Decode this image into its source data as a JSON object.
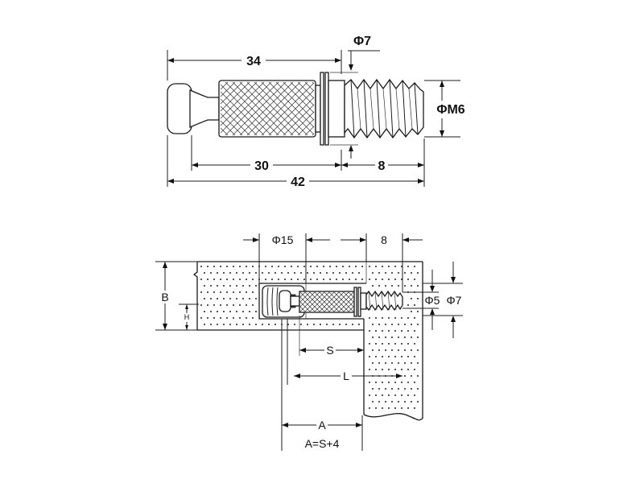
{
  "top_view": {
    "dim_head_to_flange": "34",
    "dim_flange_diameter": "Φ7",
    "dim_thread_diameter": "ΦM6",
    "dim_body_length": "30",
    "dim_thread_length": "8",
    "dim_total_length": "42"
  },
  "assembly_view": {
    "dim_cam_diameter": "Φ15",
    "dim_thread_depth": "8",
    "dim_board_thickness": "B",
    "dim_cam_height": "H",
    "dim_pilot_hole": "Φ5",
    "dim_clearance_hole": "Φ7",
    "dim_s": "S",
    "dim_l": "L",
    "dim_a": "A",
    "formula": "A=S+4"
  }
}
